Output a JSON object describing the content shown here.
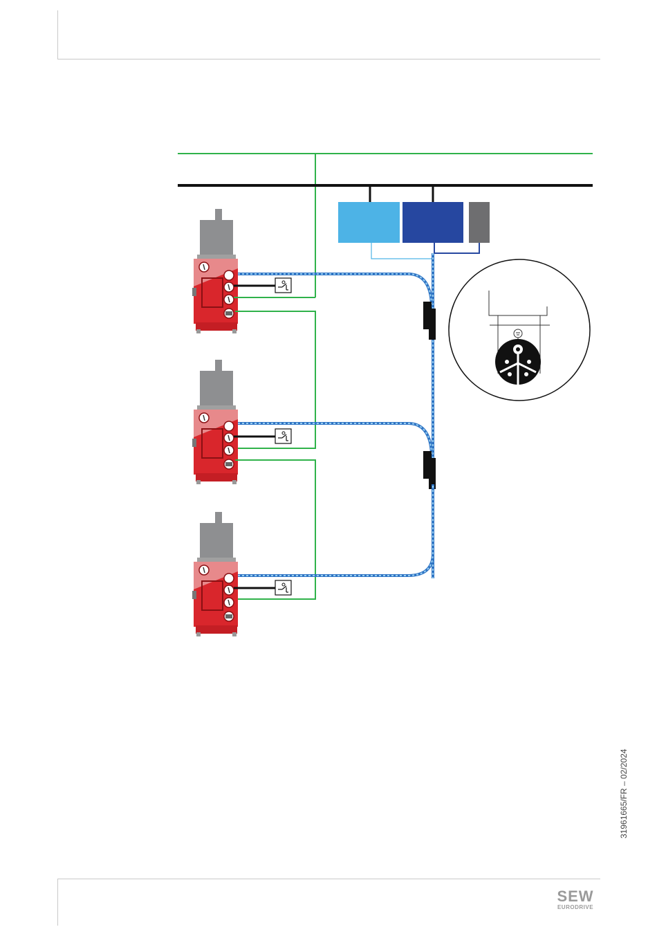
{
  "document": {
    "doc_id": "31961665/FR – 02/2024",
    "logo": {
      "line1": "SEW",
      "line2": "EURODRIVE"
    }
  },
  "colors": {
    "power_line": "#2fb24a",
    "bus_line": "#111111",
    "module_light_blue": "#4db3e6",
    "module_dark_blue": "#2647a0",
    "module_gray": "#6e6e70",
    "device_red": "#d9262c",
    "motor_gray": "#8e8f91",
    "cable_blue": "#2f74c4"
  },
  "diagram": {
    "devices": [
      {
        "id": "drive-1"
      },
      {
        "id": "drive-2"
      },
      {
        "id": "drive-3"
      }
    ],
    "modules": [
      "light-blue-module",
      "dark-blue-module",
      "gray-module"
    ],
    "connector_detail": "round-connector-detail"
  }
}
